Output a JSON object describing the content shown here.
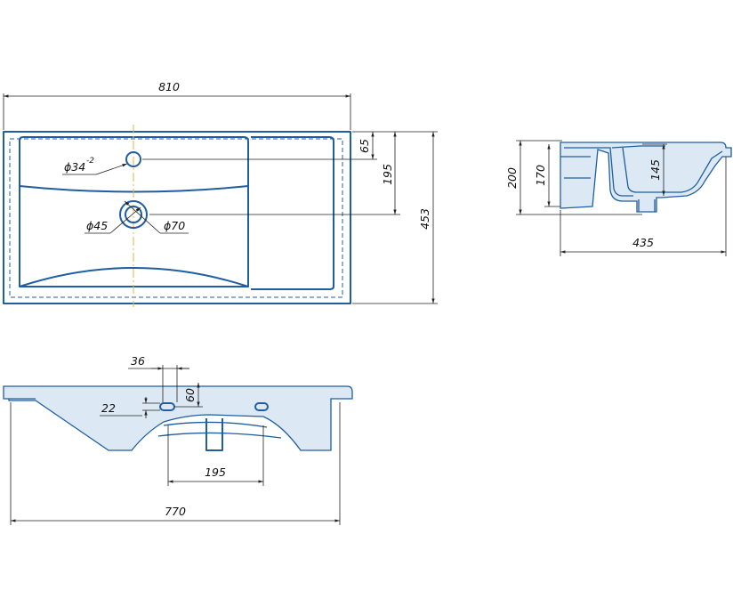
{
  "dimensions": {
    "top_width": "810",
    "top_height": "453",
    "top_195": "195",
    "top_65": "65",
    "hole_tap": "ϕ34",
    "hole_tap_tol": "-2",
    "drain_inner": "ϕ45",
    "drain_outer": "ϕ70",
    "side_200": "200",
    "side_170": "170",
    "side_145": "145",
    "side_435": "435",
    "front_36": "36",
    "front_22": "22",
    "front_60": "60",
    "front_195": "195",
    "front_770": "770"
  },
  "colors": {
    "outline": "#1f5ea0",
    "centerline": "#e0b64a",
    "dimension": "#222222"
  }
}
